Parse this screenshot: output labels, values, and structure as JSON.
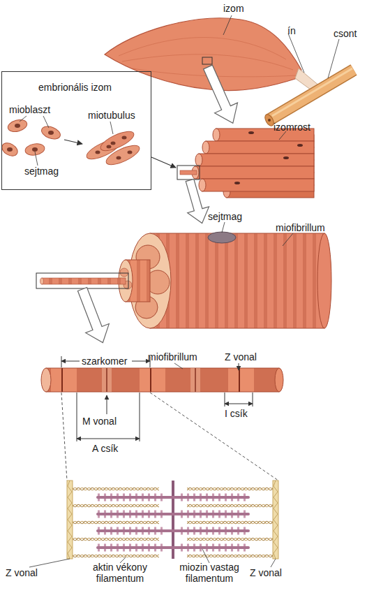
{
  "diagram": {
    "nodes": [
      {
        "text": [
          "embrionális izom",
          "mioblaszt",
          "miotubulus",
          "sejtmag"
        ]
      }
    ],
    "labels": [
      "izom",
      "ín",
      "csont",
      "izomrost",
      "sejtmag",
      "miofibrillum",
      "szarkomer",
      "miofibrillum",
      "Z vonal",
      "M vonal",
      "A csík",
      "I csík",
      "Z vonal",
      "aktin vékony filamentum",
      "miozin vastag filamentum",
      "Z vonal"
    ]
  }
}
